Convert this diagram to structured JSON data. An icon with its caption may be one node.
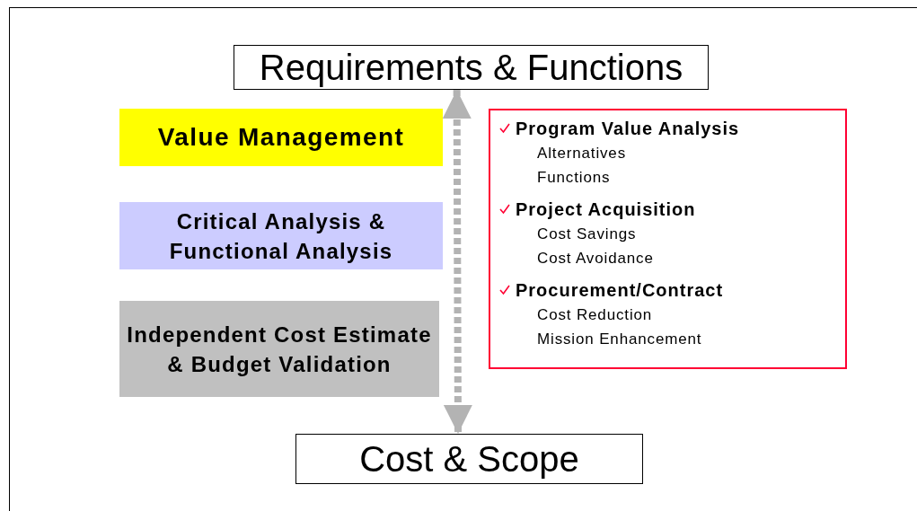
{
  "diagram": {
    "nodes": [
      {
        "text": [
          "Requirements & Functions"
        ]
      },
      {
        "text": [
          "Value Management"
        ]
      },
      {
        "text": [
          "Critical Analysis & Functional Analysis"
        ]
      },
      {
        "text": [
          "Independent Cost Estimate & Budget Validation"
        ]
      },
      {
        "text": [
          "Program Value Analysis",
          "Alternatives",
          "Functions",
          "Project Acquisition",
          "Cost Savings",
          "Cost Avoidance",
          "Procurement/Contract",
          "Cost Reduction",
          "Mission Enhancement"
        ]
      },
      {
        "text": [
          "Cost & Scope"
        ]
      }
    ],
    "edges": [
      {
        "from": 0,
        "to": 5,
        "arrow": "both",
        "style": "dashed",
        "color": "#b3b3b3"
      }
    ]
  }
}
